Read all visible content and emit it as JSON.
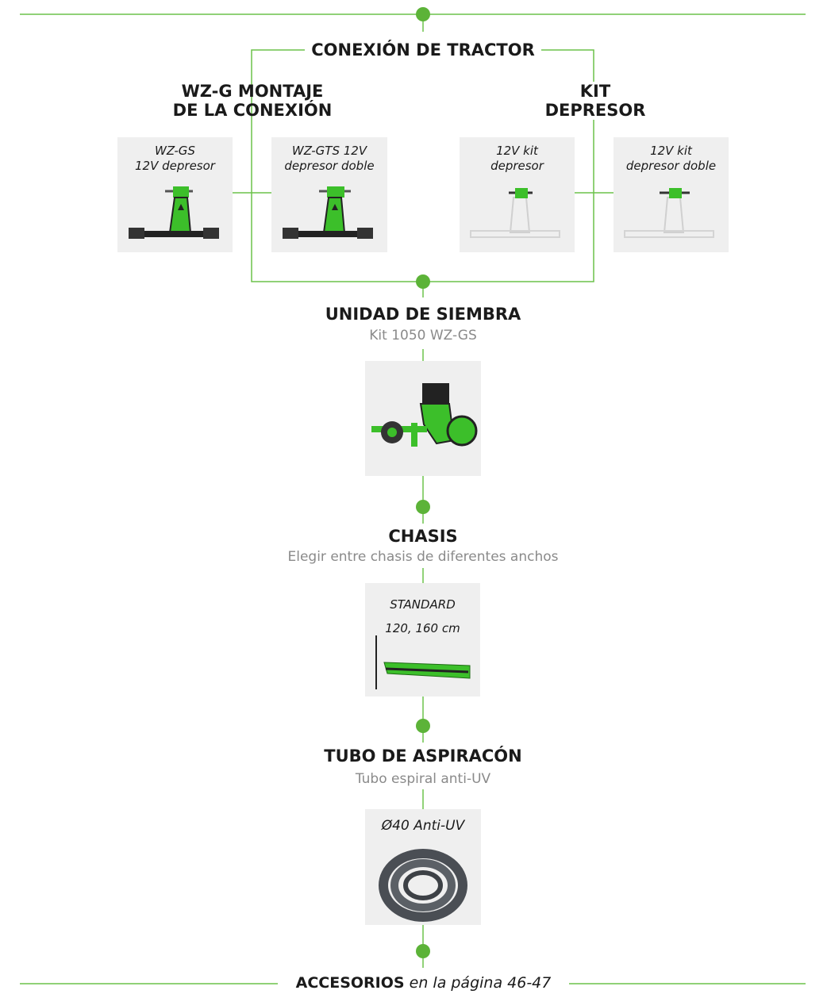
{
  "colors": {
    "accent": "#5cb338",
    "line": "#6cc24a",
    "card_bg": "#efefef",
    "subtitle": "#8a8a8a"
  },
  "tractor": {
    "title": "CONEXIÓN DE TRACTOR",
    "left_group": {
      "line1": "WZ-G MONTAJE",
      "line2": "DE LA CONEXIÓN"
    },
    "right_group": {
      "line1": "KIT",
      "line2": "DEPRESOR"
    },
    "cards": [
      {
        "line1": "WZ-GS",
        "line2": "12V depresor",
        "icon": "hitch-mount-icon"
      },
      {
        "line1": "WZ-GTS 12V",
        "line2": "depresor doble",
        "icon": "hitch-mount-double-icon"
      },
      {
        "line1": "12V kit",
        "line2": "depresor",
        "icon": "vacuum-kit-icon"
      },
      {
        "line1": "12V kit",
        "line2": "depresor doble",
        "icon": "vacuum-kit-double-icon"
      }
    ]
  },
  "unit": {
    "title": "UNIDAD DE SIEMBRA",
    "subtitle": "Kit 1050 WZ-GS",
    "icon": "seeding-unit-icon"
  },
  "chassis": {
    "title": "CHASIS",
    "subtitle": "Elegir entre chasis de diferentes anchos",
    "card": {
      "line1": "STANDARD",
      "line2": "120, 160 cm",
      "icon": "chassis-bar-icon"
    }
  },
  "tube": {
    "title": "TUBO DE ASPIRACÓN",
    "subtitle": "Tubo espiral anti-UV",
    "card": {
      "line1": "Ø40 Anti-UV",
      "icon": "hose-coil-icon"
    }
  },
  "footer": {
    "bold": "ACCESORIOS",
    "italic": "en la página 46-47"
  }
}
